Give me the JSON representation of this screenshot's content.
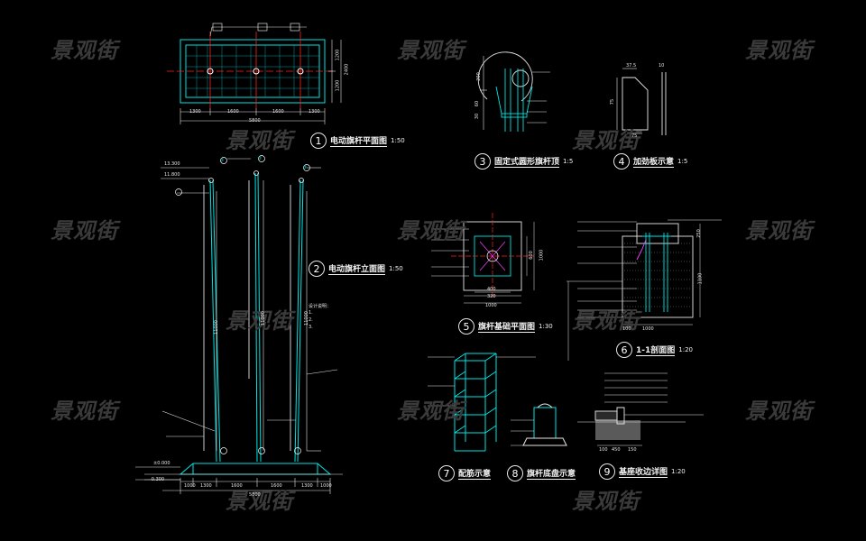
{
  "watermark": "景观街",
  "details": [
    {
      "num": "1",
      "title": "电动旗杆平面图",
      "scale": "1:50"
    },
    {
      "num": "2",
      "title": "电动旗杆立面图",
      "scale": "1:50"
    },
    {
      "num": "3",
      "title": "固定式圆形旗杆顶",
      "scale": "1:5"
    },
    {
      "num": "4",
      "title": "加劲板示意",
      "scale": "1:5"
    },
    {
      "num": "5",
      "title": "旗杆基础平面图",
      "scale": "1:30"
    },
    {
      "num": "6",
      "title": "1-1剖面图",
      "scale": "1:20"
    },
    {
      "num": "7",
      "title": "配筋示意",
      "scale": ""
    },
    {
      "num": "8",
      "title": "旗杆底盘示意",
      "scale": ""
    },
    {
      "num": "9",
      "title": "基座收边详图",
      "scale": "1:20"
    }
  ],
  "dims": {
    "plan_bottom": [
      "1300",
      "1600",
      "1600",
      "1300"
    ],
    "plan_total": "5800",
    "plan_right": [
      "1200",
      "1200"
    ],
    "plan_right_total": "2400",
    "elev_heights": [
      "11000",
      "11000",
      "11000"
    ],
    "elev_bottom": [
      "1000",
      "1300",
      "1600",
      "1600",
      "1300",
      "1000"
    ],
    "elev_total": "5800",
    "elev_levels": [
      "13.300",
      "11.800",
      "±0.000",
      "-0.300"
    ],
    "d3": [
      "200",
      "60",
      "30",
      "200"
    ],
    "d4": [
      "37.5",
      "10",
      "75",
      "75"
    ],
    "d5": [
      "400",
      "320",
      "1000"
    ],
    "d5_side": [
      "600",
      "1000"
    ],
    "d6": [
      "1000",
      "100",
      "250",
      "1100"
    ],
    "d9": [
      "100",
      "450",
      "150"
    ]
  },
  "notes_header": "设计说明：",
  "notes": [
    "1.",
    "2.",
    "3."
  ],
  "markers": [
    "①",
    "②",
    "③"
  ]
}
